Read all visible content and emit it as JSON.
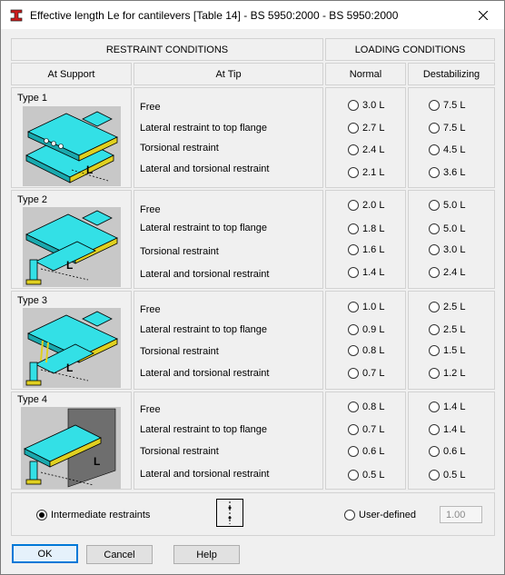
{
  "window": {
    "title": "Effective length Le for cantilevers  [Table 14] - BS 5950:2000 - BS 5950:2000"
  },
  "headers": {
    "restraint": "RESTRAINT CONDITIONS",
    "loading": "LOADING CONDITIONS",
    "at_support": "At Support",
    "at_tip": "At Tip",
    "normal": "Normal",
    "destabilizing": "Destabilizing"
  },
  "conditions": [
    "Free",
    "Lateral restraint to top flange",
    "Torsional restraint",
    "Lateral and torsional restraint"
  ],
  "types": [
    {
      "label": "Type 1",
      "normal": [
        "3.0 L",
        "2.7 L",
        "2.4 L",
        "2.1 L"
      ],
      "destabilizing": [
        "7.5 L",
        "7.5 L",
        "4.5 L",
        "3.6 L"
      ]
    },
    {
      "label": "Type 2",
      "normal": [
        "2.0 L",
        "1.8 L",
        "1.6 L",
        "1.4 L"
      ],
      "destabilizing": [
        "5.0 L",
        "5.0 L",
        "3.0 L",
        "2.4 L"
      ]
    },
    {
      "label": "Type 3",
      "normal": [
        "1.0 L",
        "0.9 L",
        "0.8 L",
        "0.7 L"
      ],
      "destabilizing": [
        "2.5 L",
        "2.5 L",
        "1.5 L",
        "1.2 L"
      ]
    },
    {
      "label": "Type 4",
      "normal": [
        "0.8 L",
        "0.7 L",
        "0.6 L",
        "0.5 L"
      ],
      "destabilizing": [
        "1.4 L",
        "1.4 L",
        "0.6 L",
        "0.5 L"
      ]
    }
  ],
  "options": {
    "intermediate_label": "Intermediate restraints",
    "user_defined_label": "User-defined",
    "user_defined_value": "1.00",
    "intermediate_selected": true
  },
  "buttons": {
    "ok": "OK",
    "cancel": "Cancel",
    "help": "Help"
  },
  "image_letter": "L",
  "colors": {
    "beam": "#33e0e6",
    "flange_edge": "#e0d020",
    "panel_bg": "#c8c8c8",
    "wall": "#6e6e6e"
  }
}
